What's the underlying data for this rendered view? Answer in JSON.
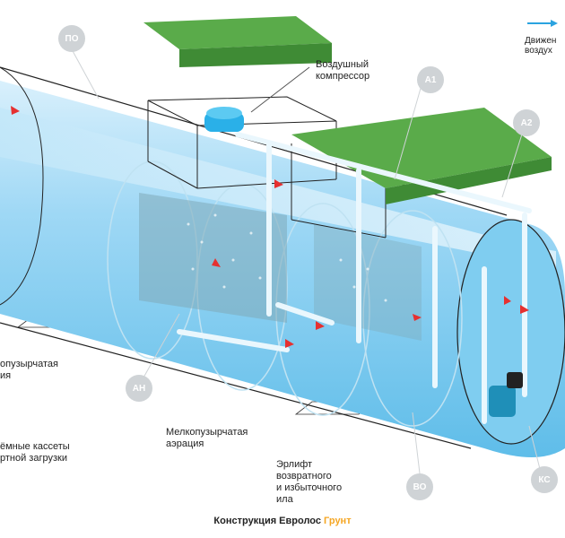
{
  "legend": {
    "text": "Движен\nвоздух"
  },
  "labels": {
    "compressor": "Воздушный\nкомпрессор",
    "coarse_aeration": "опузырчатая\nия",
    "cassettes": "ёмные кассеты\nртной загрузки",
    "fine_aeration": "Мелкопузырчатая\nаэрация",
    "airlift": "Эрлифт\nвозвратного\nи избыточного\nила"
  },
  "badges": {
    "po": "ПО",
    "a1": "А1",
    "a2": "А2",
    "an": "АН",
    "vo": "ВО",
    "ks": "КС"
  },
  "caption": {
    "main": "Конструкция Евролос ",
    "highlight": "Грунт"
  },
  "colors": {
    "water_light": "#cdeafa",
    "water_dark": "#6cc4ee",
    "lid": "#5aab4a",
    "arrow_red": "#e63030",
    "arrow_blue": "#2ba3e0",
    "accent": "#f5a623"
  }
}
